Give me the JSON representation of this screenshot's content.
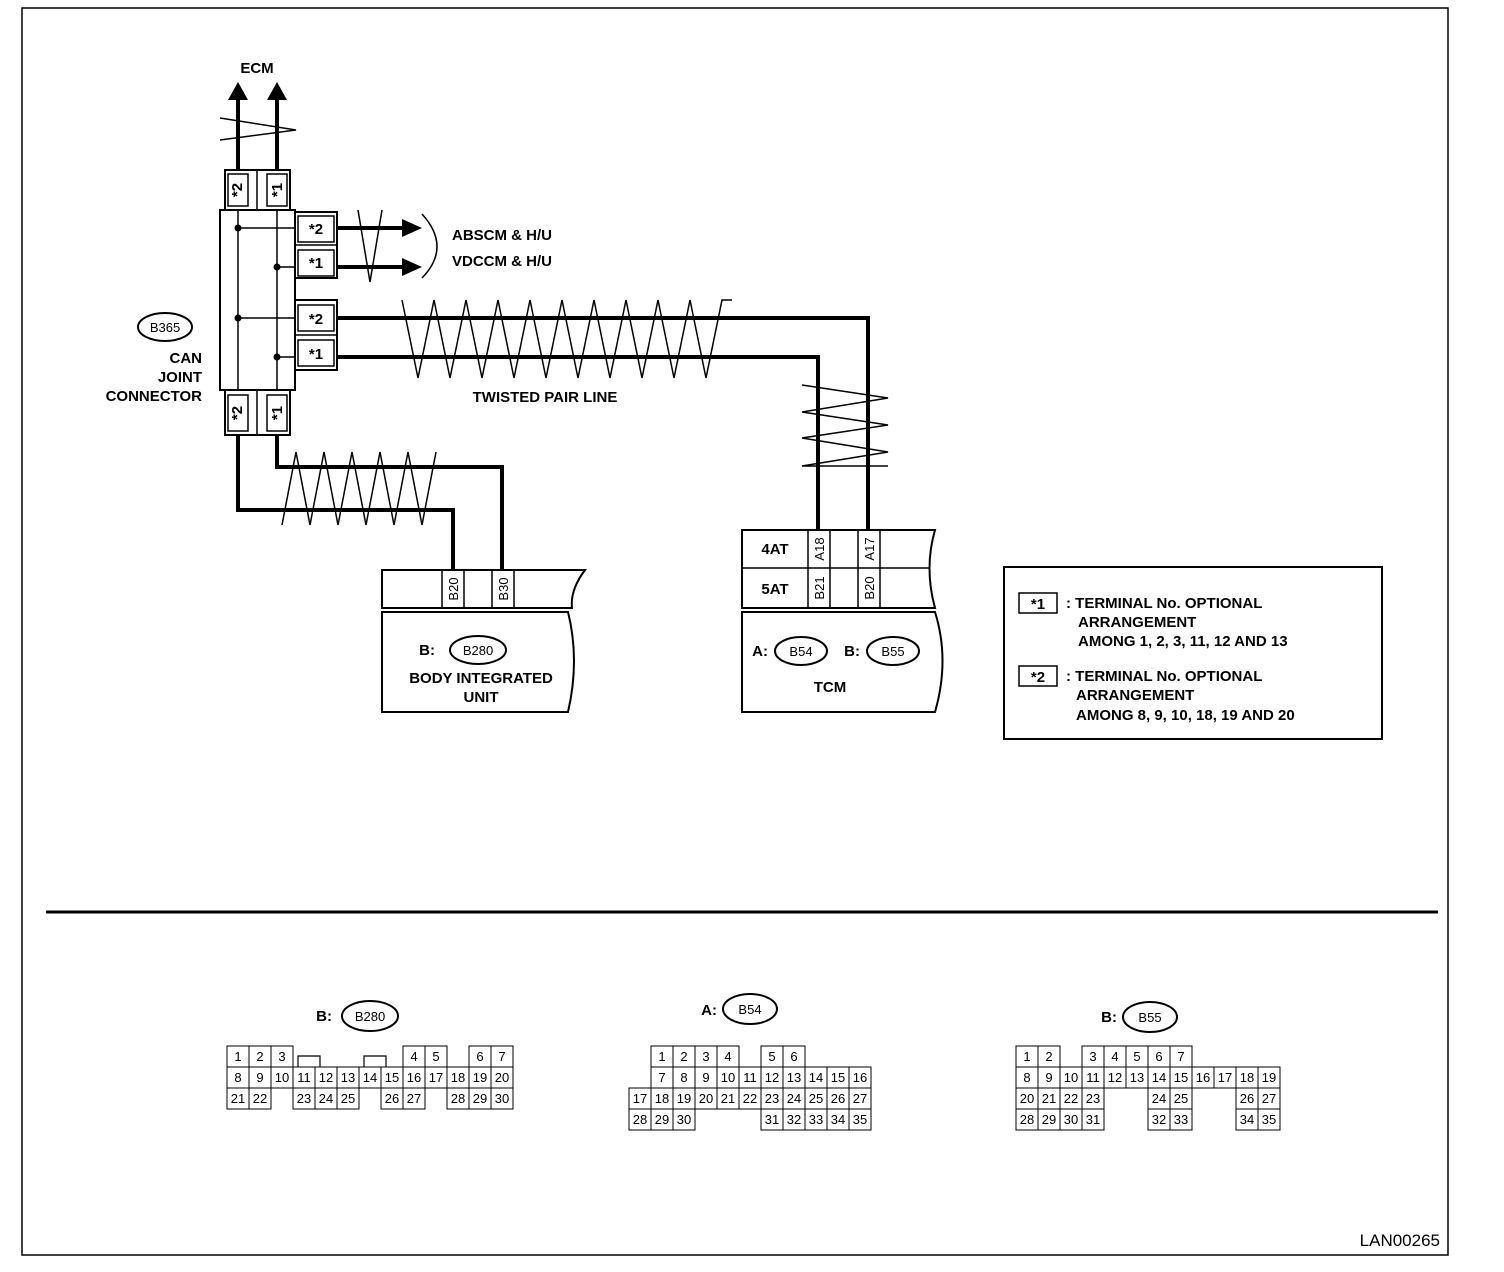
{
  "labels": {
    "ecm": "ECM",
    "absscm": "ABSCM & H/U",
    "vdccm": "VDCCM & H/U",
    "can_connector_id": "B365",
    "can_line1": "CAN",
    "can_line2": "JOINT",
    "can_line3": "CONNECTOR",
    "twisted_pair": "TWISTED PAIR LINE",
    "body_prefix": "B:",
    "body_id": "B280",
    "body_line1": "BODY INTEGRATED",
    "body_line2": "UNIT",
    "tcm_a_prefix": "A:",
    "tcm_a_id": "B54",
    "tcm_b_prefix": "B:",
    "tcm_b_id": "B55",
    "tcm_name": "TCM",
    "at4": "4AT",
    "at5": "5AT",
    "figure_code": "LAN00265"
  },
  "terminals": {
    "star1": "*1",
    "star2": "*2",
    "body_b20": "B20",
    "body_b30": "B30",
    "tcm_a18": "A18",
    "tcm_a17": "A17",
    "tcm_b21": "B21",
    "tcm_b20": "B20"
  },
  "legend": {
    "item1_mark": "*1",
    "item1_line1": ": TERMINAL No. OPTIONAL",
    "item1_line2": "ARRANGEMENT",
    "item1_line3": "AMONG 1, 2, 3, 11, 12  AND 13",
    "item2_mark": "*2",
    "item2_line1": ": TERMINAL No. OPTIONAL",
    "item2_line2": "ARRANGEMENT",
    "item2_line3": "AMONG 8, 9, 10, 18, 19  AND 20"
  },
  "connectors": [
    {
      "prefix": "B:",
      "id": "B280",
      "rows": [
        [
          "1",
          "2",
          "3",
          "",
          "",
          "",
          "",
          "",
          "4",
          "5",
          "",
          "6",
          "7"
        ],
        [
          "8",
          "9",
          "10",
          "11",
          "12",
          "13",
          "14",
          "15",
          "16",
          "17",
          "18",
          "19",
          "20"
        ],
        [
          "21",
          "22",
          "",
          "23",
          "24",
          "25",
          "",
          "26",
          "27",
          "",
          "28",
          "29",
          "30"
        ]
      ],
      "latch_positions": [
        3,
        6
      ]
    },
    {
      "prefix": "A:",
      "id": "B54",
      "rows": [
        [
          "",
          "1",
          "2",
          "3",
          "4",
          "",
          "5",
          "6"
        ],
        [
          "",
          "7",
          "8",
          "9",
          "10",
          "11",
          "12",
          "13",
          "14",
          "15",
          "16"
        ],
        [
          "17",
          "18",
          "19",
          "20",
          "21",
          "22",
          "23",
          "24",
          "25",
          "26",
          "27"
        ],
        [
          "28",
          "29",
          "30",
          "",
          "",
          "",
          "31",
          "32",
          "33",
          "34",
          "35"
        ]
      ]
    },
    {
      "prefix": "B:",
      "id": "B55",
      "rows": [
        [
          "1",
          "2",
          "",
          "3",
          "4",
          "5",
          "6",
          "7"
        ],
        [
          "8",
          "9",
          "10",
          "11",
          "12",
          "13",
          "14",
          "15",
          "16",
          "17",
          "18",
          "19"
        ],
        [
          "20",
          "21",
          "22",
          "23",
          "",
          "",
          "24",
          "25",
          "",
          "",
          "26",
          "27"
        ],
        [
          "28",
          "29",
          "30",
          "31",
          "",
          "",
          "32",
          "33",
          "",
          "",
          "34",
          "35"
        ]
      ]
    }
  ]
}
